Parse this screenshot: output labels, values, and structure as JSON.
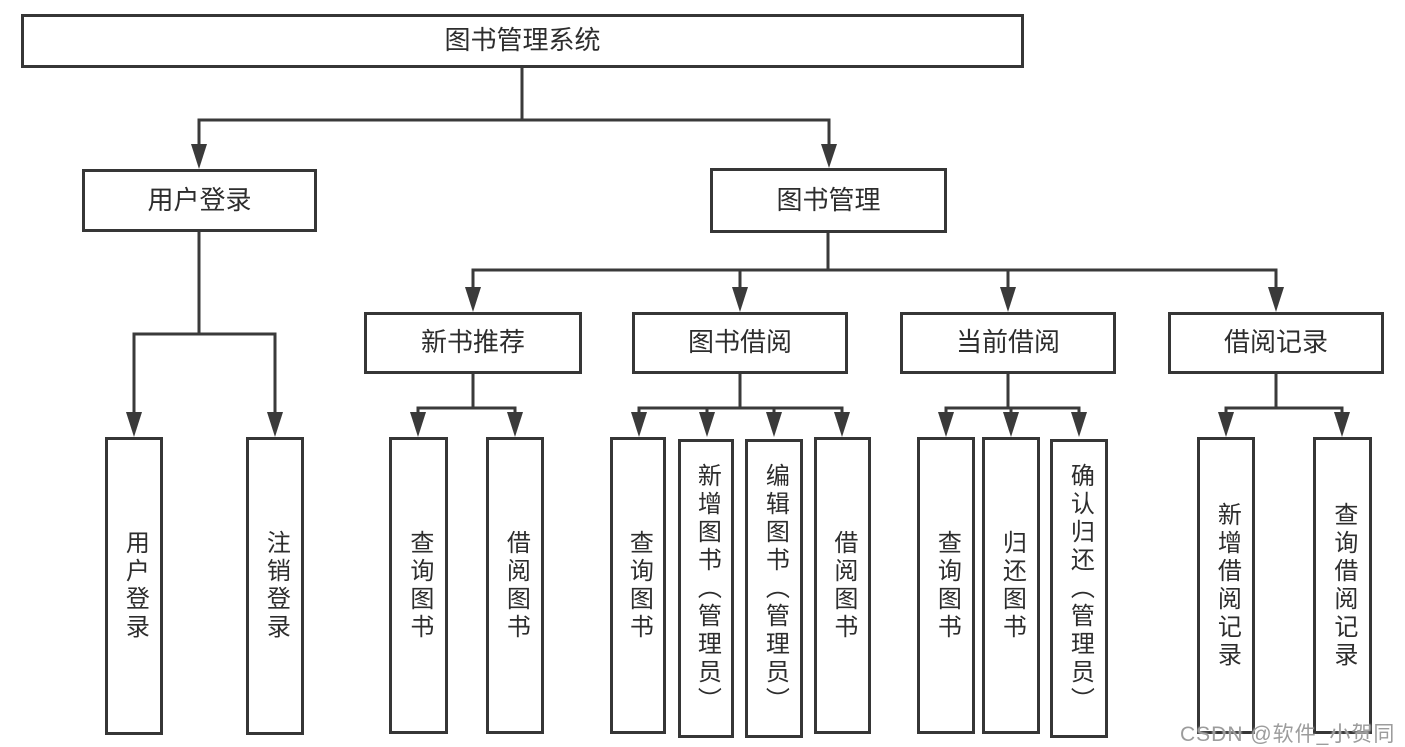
{
  "tree": {
    "root": "图书管理系统",
    "login": {
      "label": "用户登录",
      "children": [
        "用户登录",
        "注销登录"
      ]
    },
    "management": {
      "label": "图书管理",
      "sections": [
        {
          "label": "新书推荐",
          "children": [
            "查询图书",
            "借阅图书"
          ]
        },
        {
          "label": "图书借阅",
          "children": [
            "查询图书",
            "新增图书（管理员）",
            "编辑图书（管理员）",
            "借阅图书"
          ]
        },
        {
          "label": "当前借阅",
          "children": [
            "查询图书",
            "归还图书",
            "确认归还（管理员）"
          ]
        },
        {
          "label": "借阅记录",
          "children": [
            "新增借阅记录",
            "查询借阅记录"
          ]
        }
      ]
    }
  },
  "watermark": {
    "text": "CSDN @软件_小贺同学"
  },
  "colors": {
    "line": "#3a3a3a",
    "border": "#363636",
    "text": "#2d2d2d",
    "background": "#ffffff",
    "watermark": "#9c9c9c"
  }
}
